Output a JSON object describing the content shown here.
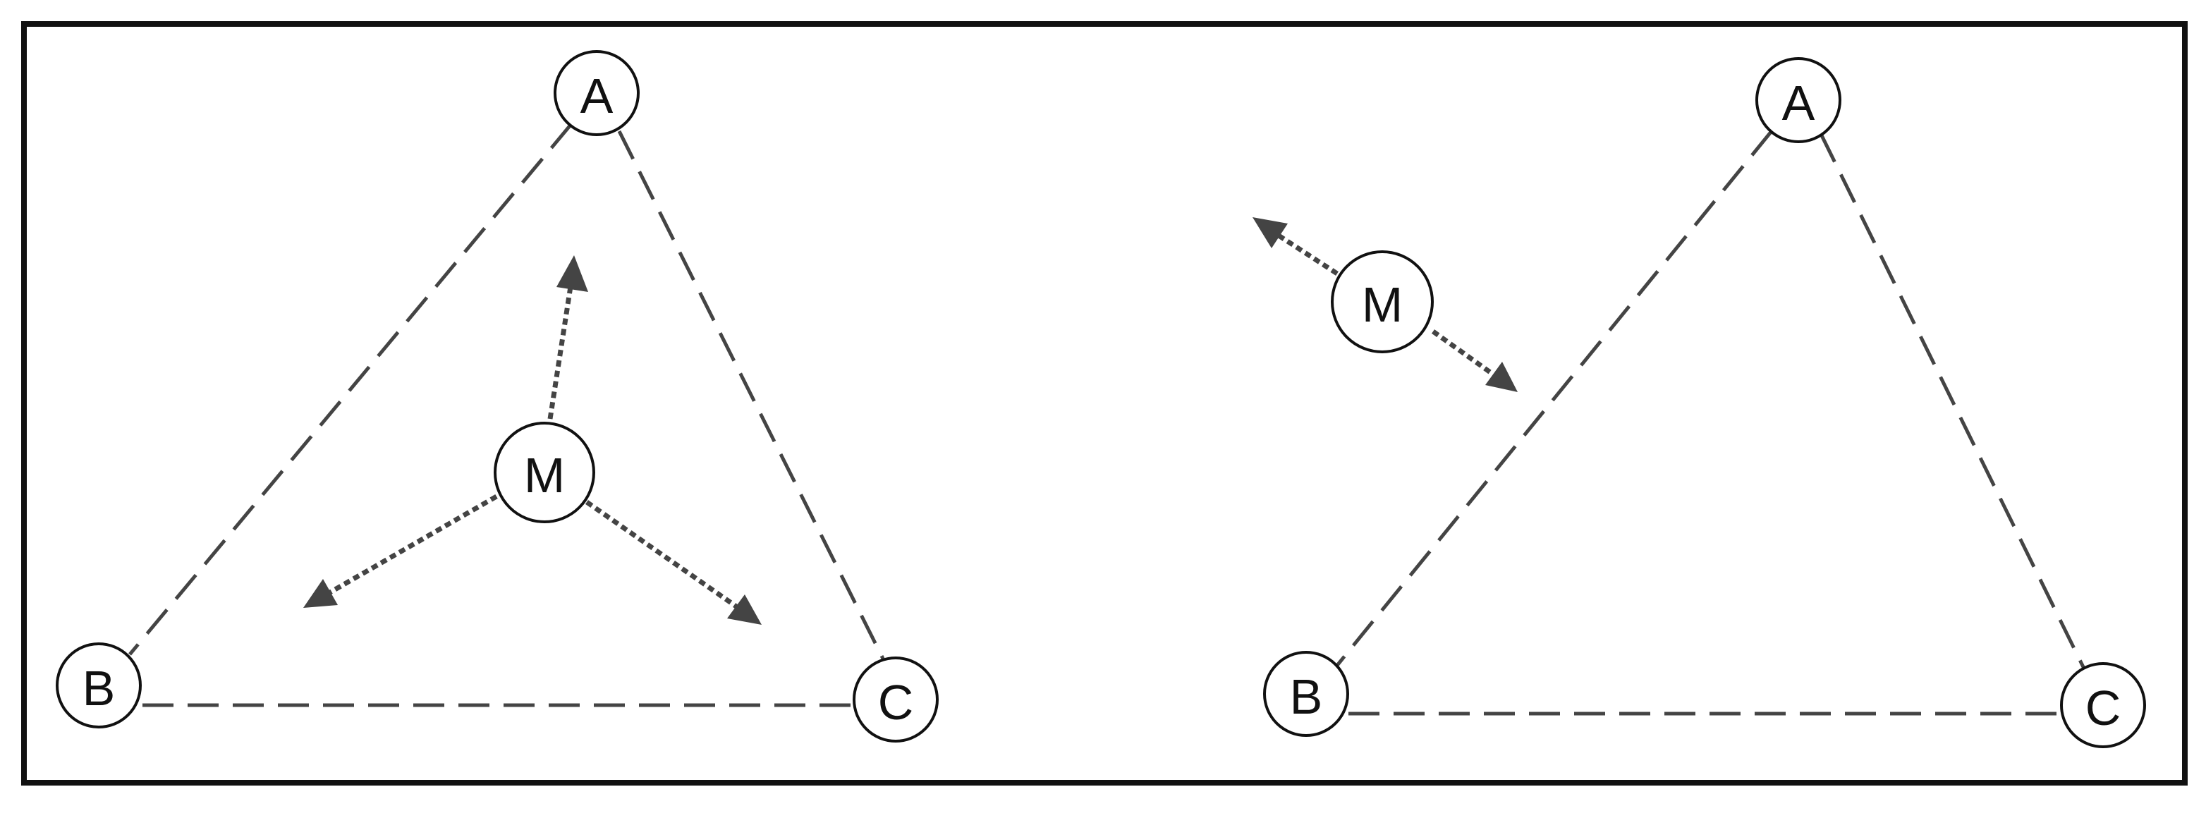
{
  "panels": [
    {
      "nodes": {
        "A": {
          "label": "A"
        },
        "B": {
          "label": "B"
        },
        "C": {
          "label": "C"
        },
        "M": {
          "label": "M"
        }
      },
      "edges": [
        [
          "A",
          "B"
        ],
        [
          "A",
          "C"
        ],
        [
          "B",
          "C"
        ]
      ],
      "arrows_from_M": 3
    },
    {
      "nodes": {
        "A": {
          "label": "A"
        },
        "B": {
          "label": "B"
        },
        "C": {
          "label": "C"
        },
        "M": {
          "label": "M"
        }
      },
      "edges": [
        [
          "A",
          "B"
        ],
        [
          "A",
          "C"
        ],
        [
          "B",
          "C"
        ]
      ],
      "arrows_from_M": 2
    }
  ],
  "colors": {
    "edge": "#444444",
    "node_stroke": "#111111",
    "frame": "#111111",
    "background": "#ffffff"
  }
}
